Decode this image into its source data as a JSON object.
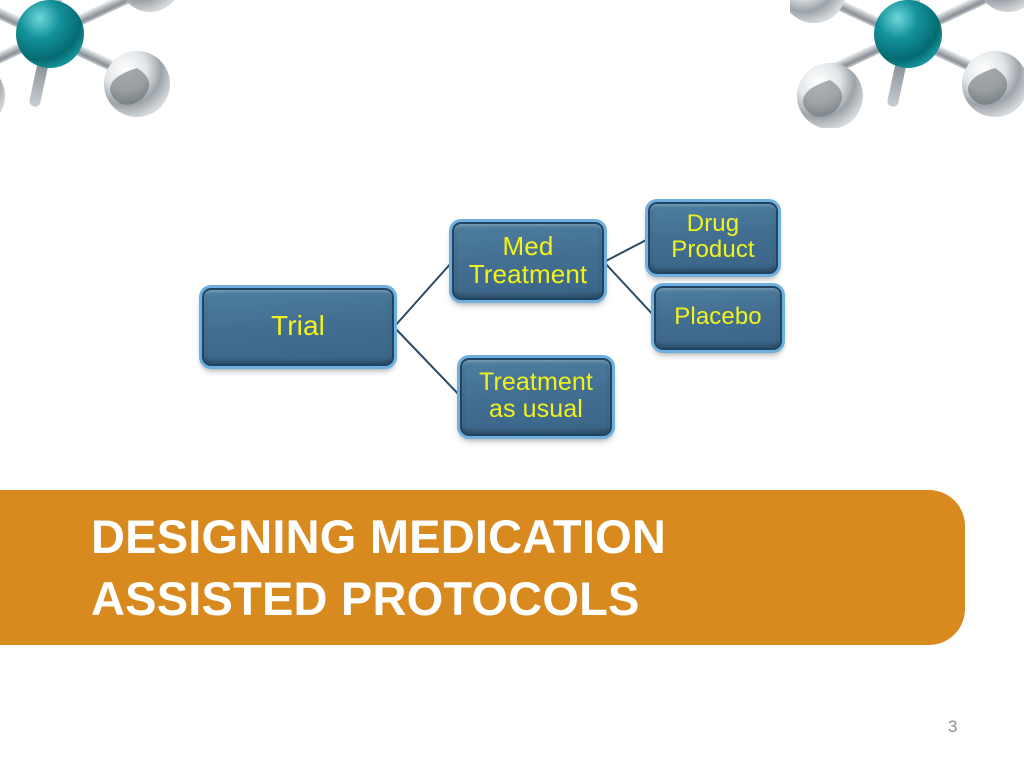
{
  "slide": {
    "background_color": "#FFFFFF",
    "page_number": "3"
  },
  "title": {
    "text": "DESIGNING MEDICATION\nASSISTED PROTOCOLS",
    "line_1": "DESIGNING MEDICATION",
    "line_2": "ASSISTED PROTOCOLS",
    "banner_color": "#D98A1F",
    "text_color": "#FFFFFF"
  },
  "decorations": [
    {
      "name": "molecule-model-left",
      "center_atom_color": "#0E7C86",
      "outer_atom_color": "#C8CCD0",
      "bond_color": "#A9AFB4"
    },
    {
      "name": "molecule-model-right",
      "center_atom_color": "#0E7C86",
      "outer_atom_color": "#C8CCD0",
      "bond_color": "#A9AFB4"
    }
  ],
  "diagram": {
    "type": "tree",
    "node_fill_color": "#436F93",
    "node_border_color": "#1E4363",
    "node_bevel_color": "#6FB0DE",
    "node_text_color": "#F2F21C",
    "connector_color": "#2B4A63",
    "nodes": [
      {
        "id": "trial",
        "label": "Trial",
        "level": 0
      },
      {
        "id": "med",
        "label": "Med\nTreatment",
        "level": 1
      },
      {
        "id": "tau",
        "label": "Treatment\nas usual",
        "level": 1
      },
      {
        "id": "drug",
        "label": "Drug\nProduct",
        "level": 2
      },
      {
        "id": "placebo",
        "label": "Placebo",
        "level": 2
      }
    ],
    "edges": [
      {
        "from": "trial",
        "to": "med"
      },
      {
        "from": "trial",
        "to": "tau"
      },
      {
        "from": "med",
        "to": "drug"
      },
      {
        "from": "med",
        "to": "placebo"
      }
    ]
  }
}
